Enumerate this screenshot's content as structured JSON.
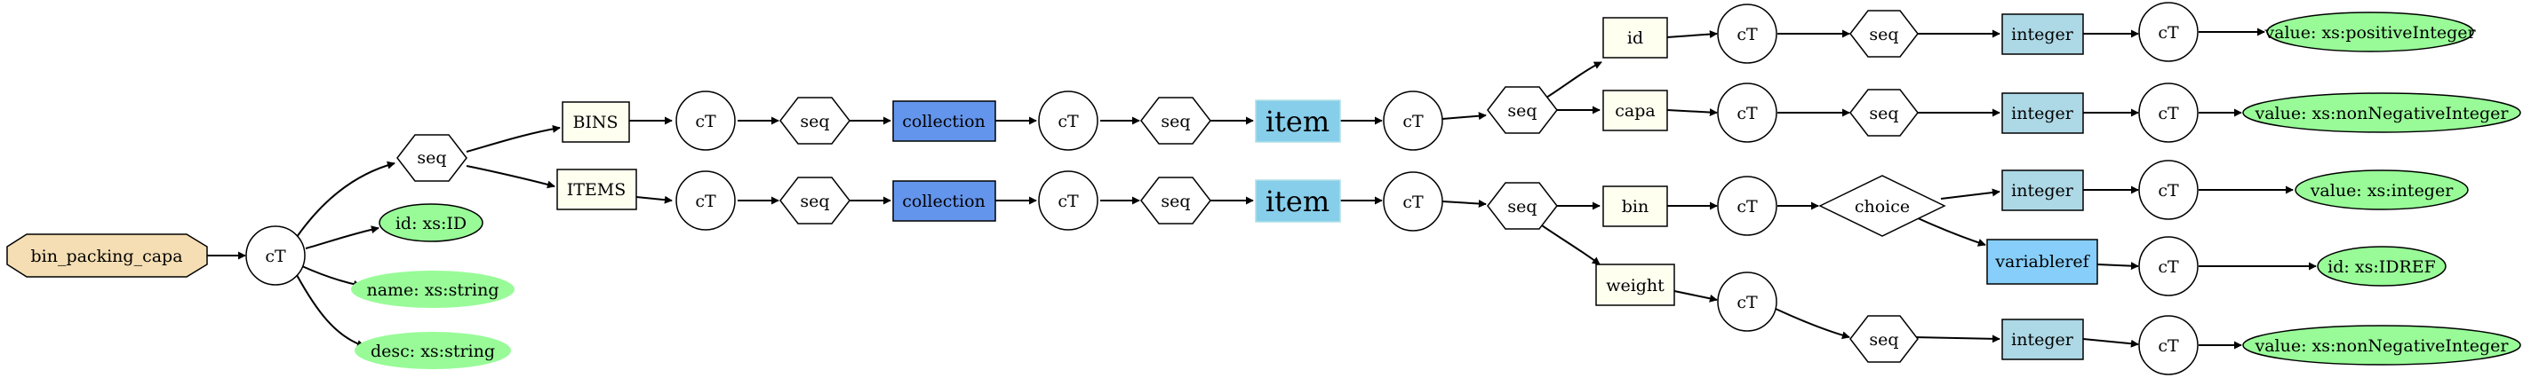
{
  "diagram": {
    "nodes": {
      "root": "bin_packing_capa",
      "ct_root": "cT",
      "attr_id": "id: xs:ID",
      "attr_name": "name: xs:string",
      "attr_desc": "desc: xs:string",
      "seq_root": "seq",
      "bins": "BINS",
      "items": "ITEMS",
      "ct_bins": "cT",
      "ct_items": "cT",
      "seq_bins": "seq",
      "seq_items": "seq",
      "coll_bins": "collection",
      "coll_items": "collection",
      "ct_coll_bins": "cT",
      "ct_coll_items": "cT",
      "seq_coll_bins": "seq",
      "seq_coll_items": "seq",
      "item_bins": "item",
      "item_items": "item",
      "ct_item_bins": "cT",
      "ct_item_items": "cT",
      "seq_item_bins": "seq",
      "seq_item_items": "seq",
      "id_el": "id",
      "capa_el": "capa",
      "bin_el": "bin",
      "weight_el": "weight",
      "ct_id": "cT",
      "ct_capa": "cT",
      "ct_bin": "cT",
      "ct_weight": "cT",
      "seq_id": "seq",
      "seq_capa": "seq",
      "seq_weight": "seq",
      "choice_bin": "choice",
      "int_id": "integer",
      "int_capa": "integer",
      "int_bin": "integer",
      "int_weight": "integer",
      "varref_bin": "variableref",
      "ct_int_id": "cT",
      "ct_int_capa": "cT",
      "ct_int_bin": "cT",
      "ct_varref": "cT",
      "ct_int_weight": "cT",
      "val_id": "value: xs:positiveInteger",
      "val_capa": "value: xs:nonNegativeInteger",
      "val_bin": "value: xs:integer",
      "val_varref": "id: xs:IDREF",
      "val_weight": "value: xs:nonNegativeInteger"
    },
    "colors": {
      "root_fill": "#f5deb3",
      "element_fill": "#fffff0",
      "collection_fill": "#6495ed",
      "item_fill": "#87ceeb",
      "item_stroke": "#b0e0e6",
      "integer_fill": "#add8e6",
      "varref_fill": "#87cefa",
      "value_fill": "#98fb98",
      "line": "#000000"
    }
  }
}
